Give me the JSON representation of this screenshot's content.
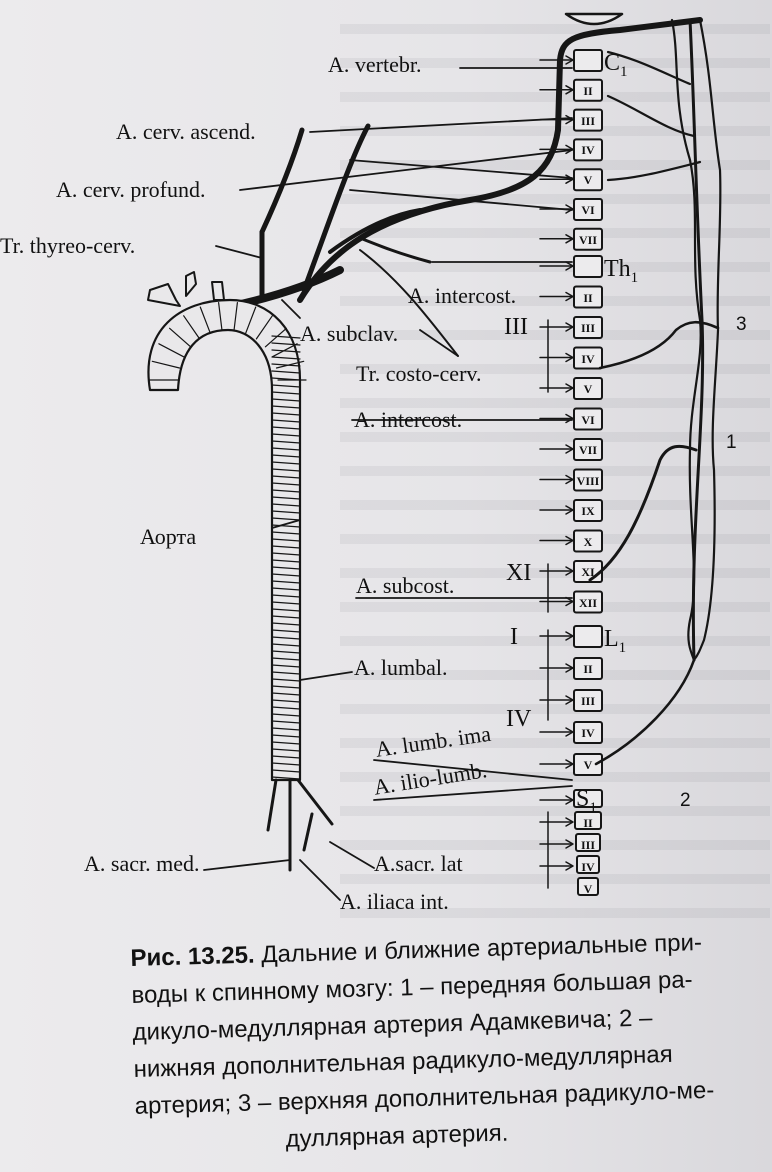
{
  "labels": {
    "vertebr": "A. vertebr.",
    "cerv_ascend": "A. cerv. ascend.",
    "cerv_profund": "A. cerv. profund.",
    "thyreo_cerv": "Tr. thyreo-cerv.",
    "intercost_upper": "A. intercost.",
    "subclav": "A. subclav.",
    "costo_cerv": "Tr. costo-cerv.",
    "intercost": "A. intercost.",
    "aorta": "Аорта",
    "subcost": "A. subcost.",
    "lumbal": "A. lumbal.",
    "lumb_ima": "A. lumb. ima",
    "ilio_lumb": "A. ilio-lumb.",
    "sacr_med": "A. sacr. med.",
    "sacr_lat": "A.sacr. lat",
    "iliaca_int": "A. iliaca int."
  },
  "segments": {
    "c": "C",
    "c_sub": "1",
    "th": "Th",
    "th_sub": "1",
    "l": "L",
    "l_sub": "1",
    "s": "S",
    "s_sub": "1"
  },
  "range_markers": {
    "iii": "III",
    "xi": "XI",
    "i": "I",
    "iv": "IV"
  },
  "artery_numbers": {
    "one": "1",
    "two": "2",
    "three": "3"
  },
  "vertebrae": {
    "cervical": [
      "",
      "II",
      "III",
      "IV",
      "V",
      "VI",
      "VII"
    ],
    "thoracic": [
      "",
      "II",
      "III",
      "IV",
      "V",
      "VI",
      "VII",
      "VIII",
      "IX",
      "X",
      "XI",
      "XII"
    ],
    "lumbar": [
      "",
      "II",
      "III",
      "IV",
      "V"
    ],
    "sacral": [
      "",
      "II",
      "III",
      "IV",
      "V"
    ]
  },
  "caption": {
    "title": "Рис. 13.25.",
    "line1": " Дальние и ближние артериальные при-",
    "line2": "воды к спинному мозгу: 1 – передняя большая ра-",
    "line3": "дикуло-медуллярная артерия Адамкевича; 2 –",
    "line4": "нижняя дополнительная радикуло-медуллярная",
    "line5": "артерия; 3 – верхняя дополнительная радикуло-ме-",
    "line6": "дуллярная артерия."
  },
  "colors": {
    "ink": "#161616",
    "paper": "#e9e8ea"
  }
}
